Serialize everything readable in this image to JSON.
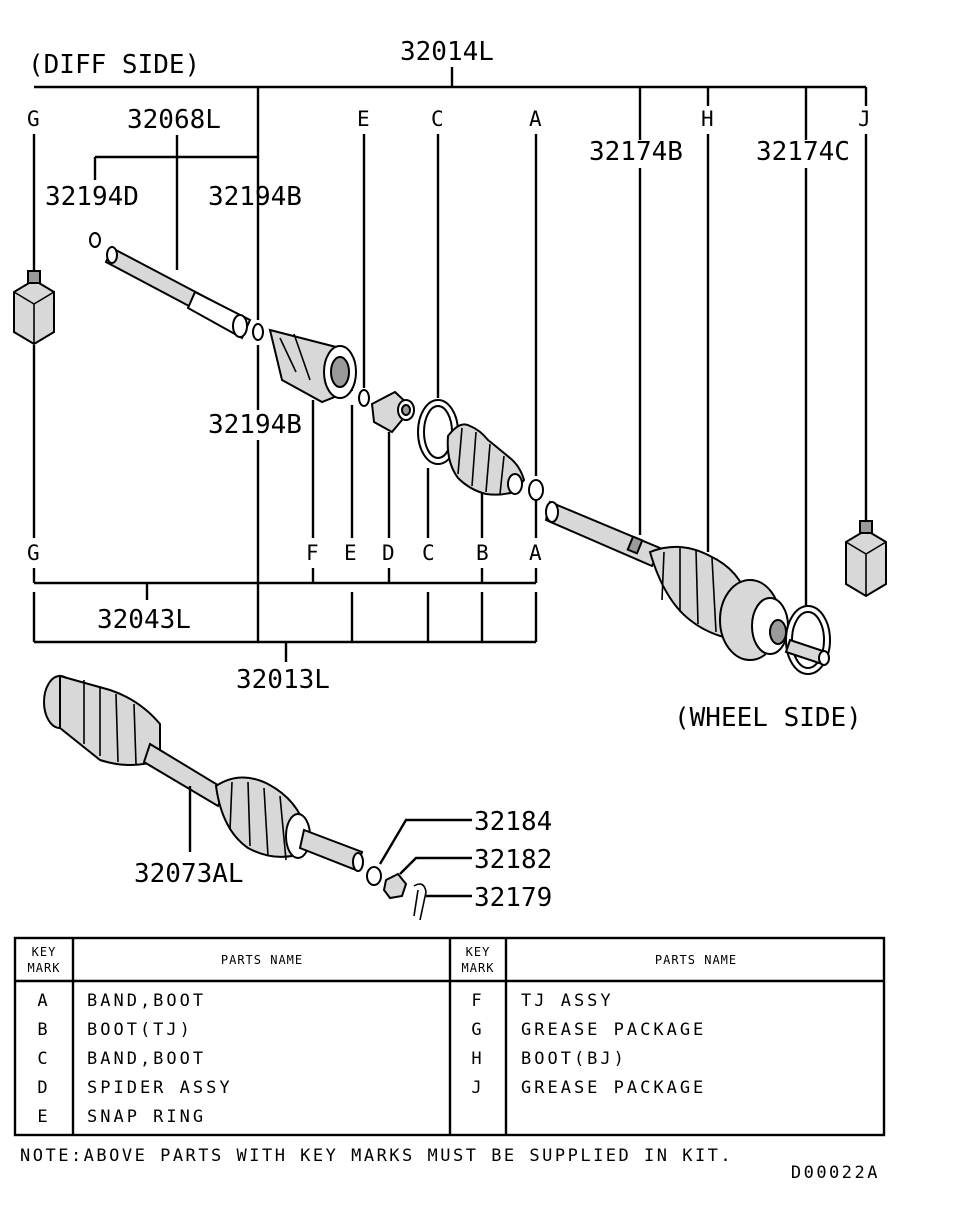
{
  "labels": {
    "diff_side": "(DIFF SIDE)",
    "wheel_side": "(WHEEL SIDE)",
    "p32014L": "32014L",
    "p32068L": "32068L",
    "p32194D": "32194D",
    "p32194B_top": "32194B",
    "p32194B_mid": "32194B",
    "p32174B": "32174B",
    "p32174C": "32174C",
    "p32043L": "32043L",
    "p32013L": "32013L",
    "p32073AL": "32073AL",
    "p32184": "32184",
    "p32182": "32182",
    "p32179": "32179"
  },
  "key_letters_top": [
    "G",
    "E",
    "C",
    "A",
    "H",
    "J"
  ],
  "key_letters_bottom": [
    "G",
    "F",
    "E",
    "D",
    "C",
    "B",
    "A"
  ],
  "table": {
    "header_key": [
      "KEY",
      "MARK"
    ],
    "header_name": "PARTS NAME",
    "left_rows": [
      {
        "key": "A",
        "name": "BAND,BOOT"
      },
      {
        "key": "B",
        "name": "BOOT(TJ)"
      },
      {
        "key": "C",
        "name": "BAND,BOOT"
      },
      {
        "key": "D",
        "name": "SPIDER ASSY"
      },
      {
        "key": "E",
        "name": "SNAP RING"
      }
    ],
    "right_rows": [
      {
        "key": "F",
        "name": "TJ ASSY"
      },
      {
        "key": "G",
        "name": "GREASE PACKAGE"
      },
      {
        "key": "H",
        "name": "BOOT(BJ)"
      },
      {
        "key": "J",
        "name": "GREASE PACKAGE"
      }
    ]
  },
  "note": "NOTE:ABOVE PARTS WITH KEY MARKS MUST BE SUPPLIED IN KIT.",
  "diagram_code": "D00022A"
}
